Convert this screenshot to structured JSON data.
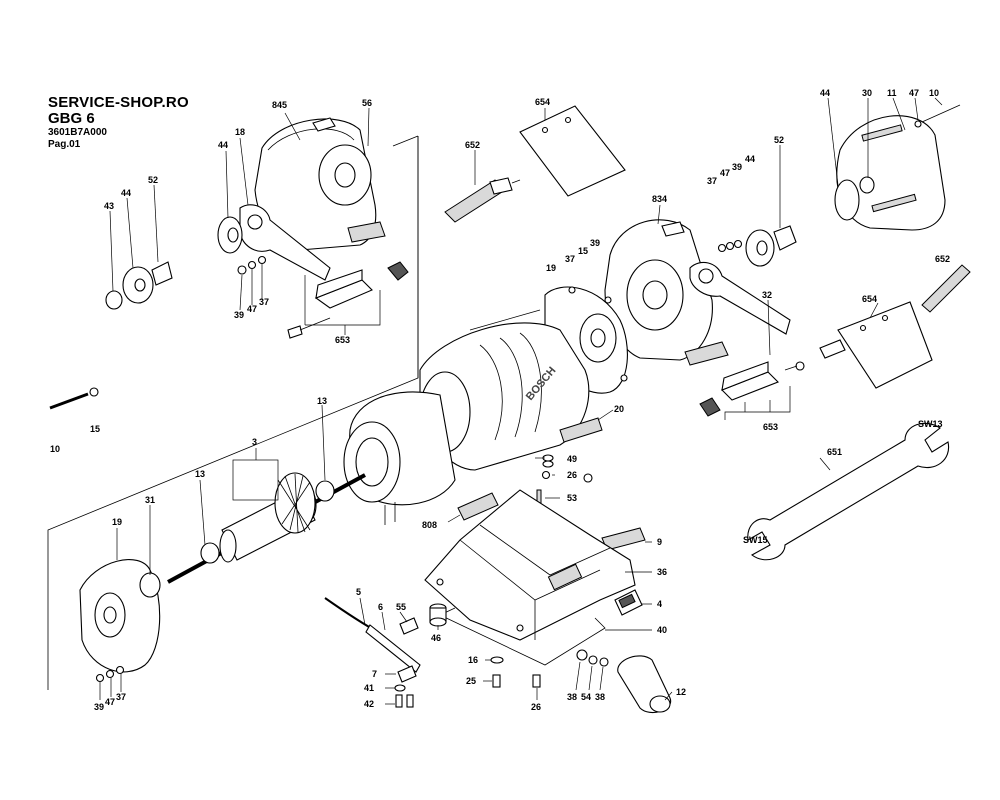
{
  "header": {
    "shop": "SERVICE-SHOP.RO",
    "model": "GBG 6",
    "part_no": "3601B7A000",
    "page": "Pag.01"
  },
  "casing_brand": "BOSCH",
  "labels": [
    {
      "id": "l845",
      "text": "845"
    },
    {
      "id": "l56",
      "text": "56"
    },
    {
      "id": "l18",
      "text": "18"
    },
    {
      "id": "l44a",
      "text": "44"
    },
    {
      "id": "l654a",
      "text": "654"
    },
    {
      "id": "l652a",
      "text": "652"
    },
    {
      "id": "l44b",
      "text": "44"
    },
    {
      "id": "l30",
      "text": "30"
    },
    {
      "id": "l11",
      "text": "11"
    },
    {
      "id": "l47a",
      "text": "47"
    },
    {
      "id": "l10a",
      "text": "10"
    },
    {
      "id": "l52a",
      "text": "52"
    },
    {
      "id": "l43",
      "text": "43"
    },
    {
      "id": "l44c",
      "text": "44"
    },
    {
      "id": "l52b",
      "text": "52"
    },
    {
      "id": "l834",
      "text": "834"
    },
    {
      "id": "l37a",
      "text": "37"
    },
    {
      "id": "l47b",
      "text": "47"
    },
    {
      "id": "l39a",
      "text": "39"
    },
    {
      "id": "l44d",
      "text": "44"
    },
    {
      "id": "l37b",
      "text": "37"
    },
    {
      "id": "l15a",
      "text": "15"
    },
    {
      "id": "l39b",
      "text": "39"
    },
    {
      "id": "l19a",
      "text": "19"
    },
    {
      "id": "l652b",
      "text": "652"
    },
    {
      "id": "l39c",
      "text": "39"
    },
    {
      "id": "l47c",
      "text": "47"
    },
    {
      "id": "l37c",
      "text": "37"
    },
    {
      "id": "l653a",
      "text": "653"
    },
    {
      "id": "l32",
      "text": "32"
    },
    {
      "id": "l654b",
      "text": "654"
    },
    {
      "id": "l10b",
      "text": "10"
    },
    {
      "id": "l15b",
      "text": "15"
    },
    {
      "id": "l13a",
      "text": "13"
    },
    {
      "id": "l20",
      "text": "20"
    },
    {
      "id": "l653b",
      "text": "653"
    },
    {
      "id": "lsw13",
      "text": "SW13"
    },
    {
      "id": "l3",
      "text": "3"
    },
    {
      "id": "l49",
      "text": "49"
    },
    {
      "id": "l26a",
      "text": "26"
    },
    {
      "id": "l651",
      "text": "651"
    },
    {
      "id": "l13b",
      "text": "13"
    },
    {
      "id": "l53",
      "text": "53"
    },
    {
      "id": "l31",
      "text": "31"
    },
    {
      "id": "l19b",
      "text": "19"
    },
    {
      "id": "l808",
      "text": "808"
    },
    {
      "id": "lsw15",
      "text": "SW15"
    },
    {
      "id": "l9",
      "text": "9"
    },
    {
      "id": "l36",
      "text": "36"
    },
    {
      "id": "l5",
      "text": "5"
    },
    {
      "id": "l6",
      "text": "6"
    },
    {
      "id": "l55",
      "text": "55"
    },
    {
      "id": "l4",
      "text": "4"
    },
    {
      "id": "l46",
      "text": "46"
    },
    {
      "id": "l40",
      "text": "40"
    },
    {
      "id": "l16",
      "text": "16"
    },
    {
      "id": "l7",
      "text": "7"
    },
    {
      "id": "l41",
      "text": "41"
    },
    {
      "id": "l25",
      "text": "25"
    },
    {
      "id": "l42",
      "text": "42"
    },
    {
      "id": "l26b",
      "text": "26"
    },
    {
      "id": "l38a",
      "text": "38"
    },
    {
      "id": "l54",
      "text": "54"
    },
    {
      "id": "l38b",
      "text": "38"
    },
    {
      "id": "l12",
      "text": "12"
    },
    {
      "id": "l39d",
      "text": "39"
    },
    {
      "id": "l47d",
      "text": "47"
    },
    {
      "id": "l37d",
      "text": "37"
    }
  ]
}
